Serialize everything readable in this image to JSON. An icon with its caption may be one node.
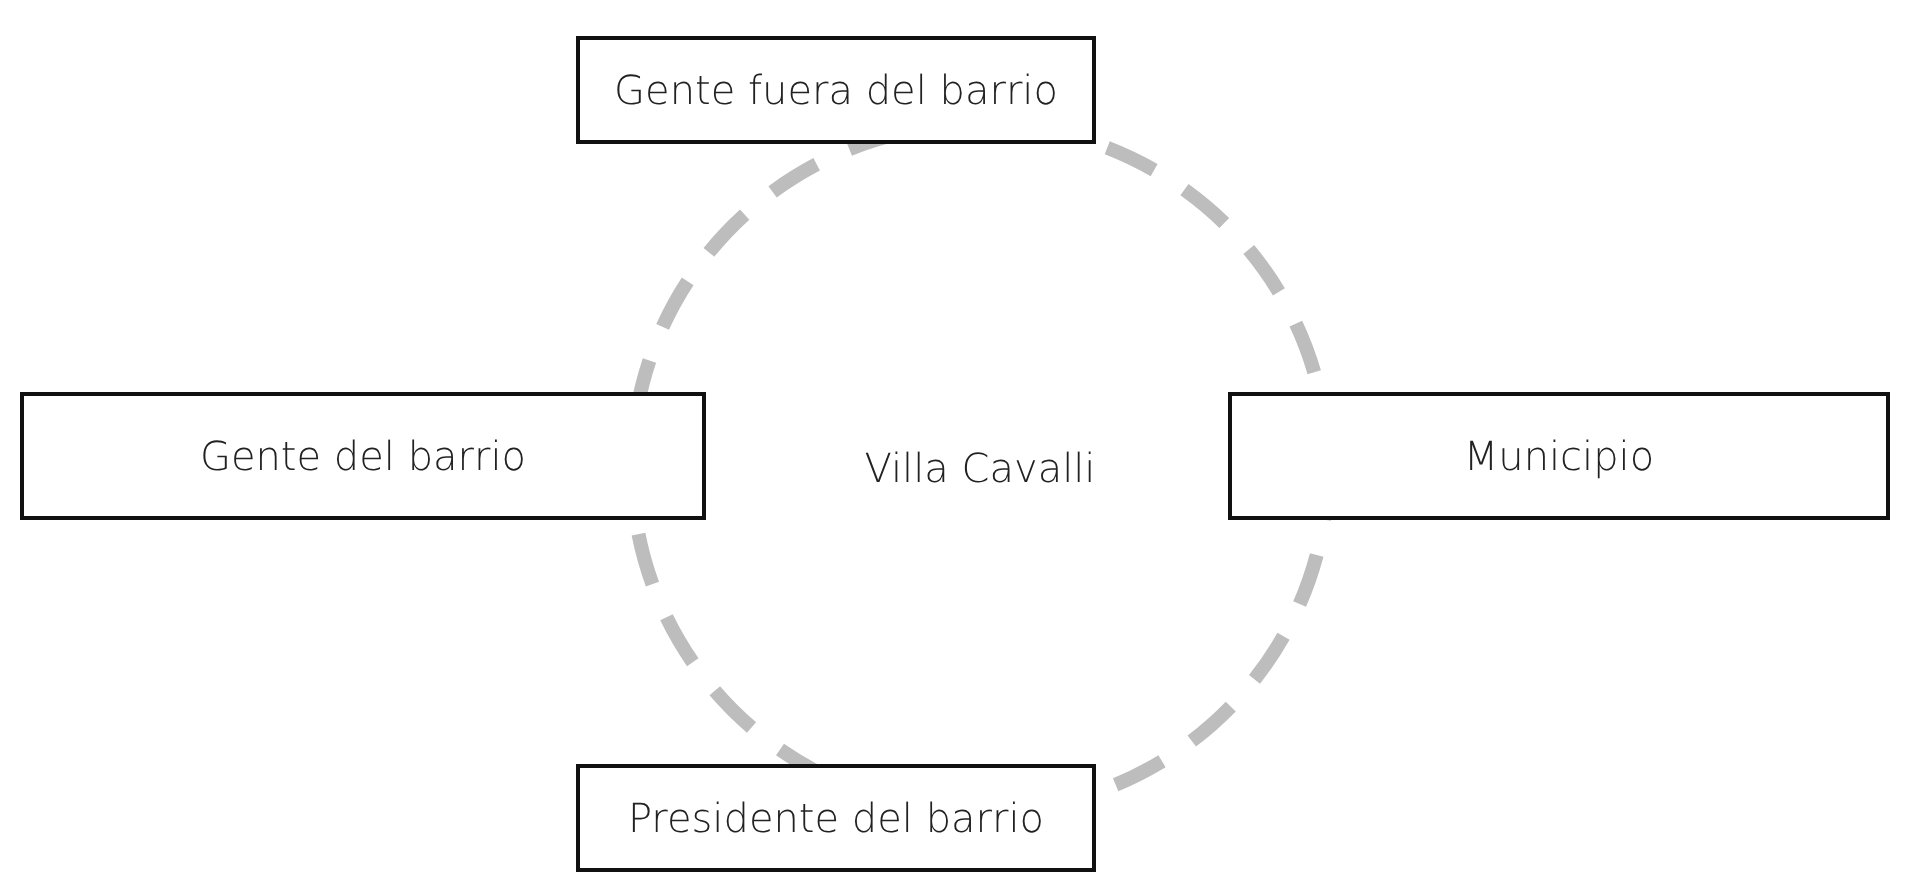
{
  "diagram": {
    "nodes": [
      {
        "text": [
          "Gente fuera del barrio"
        ]
      },
      {
        "text": [
          "Gente del barrio"
        ]
      },
      {
        "text": [
          "Villa Cavalli"
        ]
      },
      {
        "text": [
          "Municipio"
        ]
      },
      {
        "text": [
          "Presidente del barrio"
        ]
      }
    ]
  }
}
